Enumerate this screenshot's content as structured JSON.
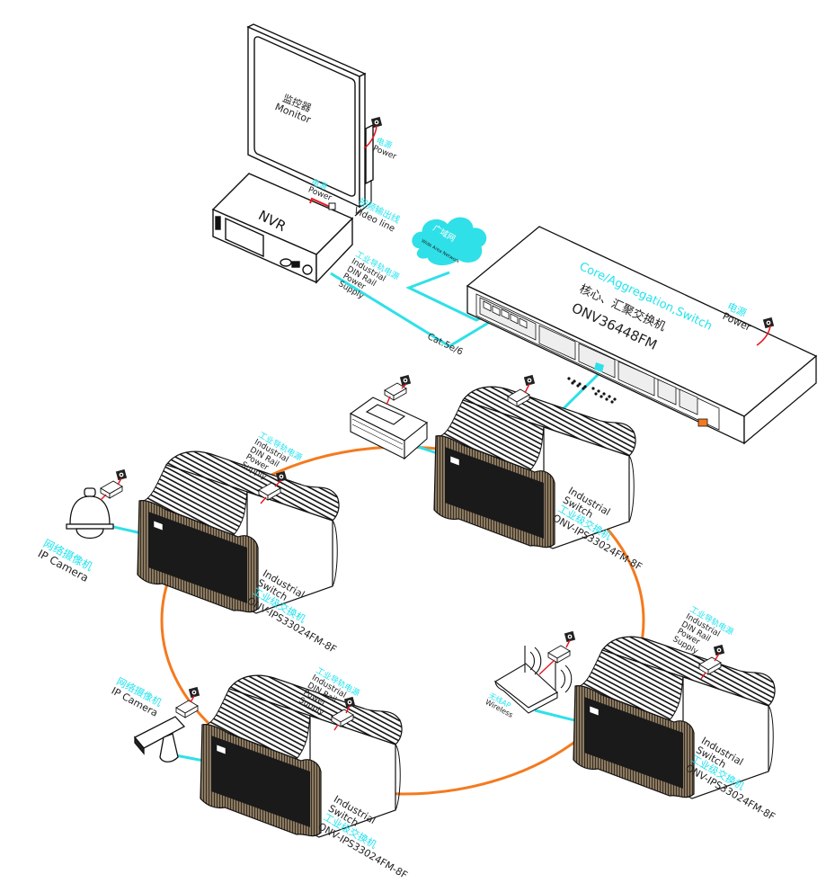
{
  "colors": {
    "ring": "#f47a1f",
    "ethernet": "#2fe0e8",
    "power_cable": "#e8141e",
    "accent_text": "#23e3ee",
    "outline": "#111111"
  },
  "monitor": {
    "cn": "监控器",
    "en": "Monitor",
    "power_cn": "电源",
    "power_en": "Power"
  },
  "nvr": {
    "label": "NVR",
    "power_cn": "电源",
    "power_en": "Power",
    "video_cn": "视频输出线",
    "video_en": "Video line"
  },
  "nvr_psu": {
    "cn": "工业导轨电源",
    "en_lines": [
      "Industrial",
      "DIN Rail",
      "Power",
      "Supply"
    ]
  },
  "wan": {
    "cn": "广域网",
    "en": "Wide Area Network"
  },
  "cable_label": "Cat.5e/6",
  "core_switch": {
    "en": "Core/Aggregation,Switch",
    "cn": "核心、汇聚交换机",
    "model": "ONV36448FM",
    "power_cn": "电源",
    "power_en": "Power"
  },
  "industrial_switches": [
    {
      "id": "top",
      "en1": "Industrial",
      "en2": "Switch",
      "cn": "工业级交换机",
      "model": "ONV-IPS33024FM-8F"
    },
    {
      "id": "left",
      "en1": "Industrial",
      "en2": "Switch",
      "cn": "工业级交换机",
      "model": "ONV-IPS33024FM-8F"
    },
    {
      "id": "bottom",
      "en1": "Industrial",
      "en2": "Switch",
      "cn": "工业级交换机",
      "model": "ONV-IPS33024FM-8F"
    },
    {
      "id": "right",
      "en1": "Industrial",
      "en2": "Switch",
      "cn": "工业级交换机",
      "model": "ONV-IPS33024FM-8F"
    }
  ],
  "psu_labels": [
    {
      "cn": "工业导轨电源",
      "en_lines": [
        "Industrial",
        "DIN Rail",
        "Power",
        "Supply"
      ]
    },
    {
      "cn": "工业导轨电源",
      "en_lines": [
        "Industrial",
        "DIN Rail",
        "Power",
        "Supply"
      ]
    },
    {
      "cn": "工业导轨电源",
      "en_lines": [
        "Industrial",
        "DIN Rail",
        "Power",
        "Supply"
      ]
    }
  ],
  "cameras": [
    {
      "cn": "网络摄像机",
      "en": "IP Camera",
      "kind": "dome"
    },
    {
      "cn": "网络摄像机",
      "en": "IP Camera",
      "kind": "bullet"
    }
  ],
  "wireless_ap": {
    "cn": "无线AP",
    "en": "Wireless"
  }
}
